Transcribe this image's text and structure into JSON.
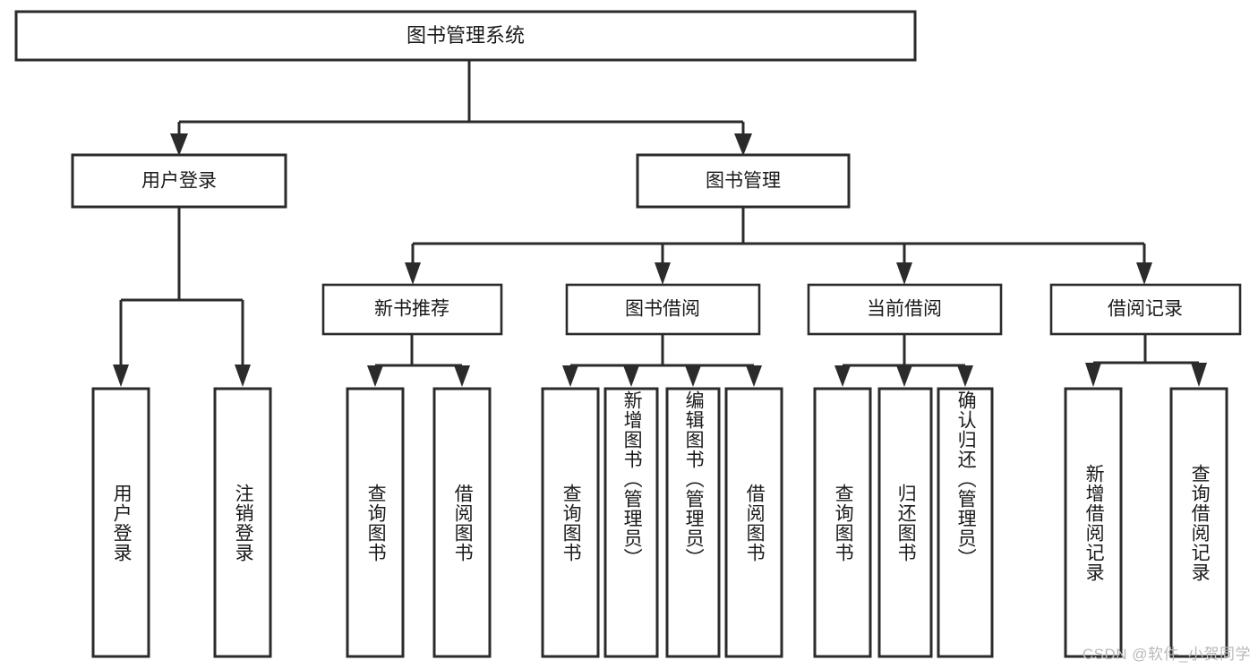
{
  "diagram": {
    "type": "tree-hierarchy",
    "title": "图书管理系统",
    "background_color": "#ffffff",
    "line_color": "#2b2b2b",
    "text_color": "#1a1a1a"
  },
  "root": {
    "label": "图书管理系统"
  },
  "level2": [
    {
      "label": "用户登录"
    },
    {
      "label": "图书管理"
    }
  ],
  "level3": [
    {
      "label": "新书推荐"
    },
    {
      "label": "图书借阅"
    },
    {
      "label": "当前借阅"
    },
    {
      "label": "借阅记录"
    }
  ],
  "leaves": {
    "user_login": [
      {
        "label": "用户登录"
      },
      {
        "label": "注销登录"
      }
    ],
    "new_book_recommend": [
      {
        "label": "查询图书"
      },
      {
        "label": "借阅图书"
      }
    ],
    "book_borrow": [
      {
        "label": "查询图书"
      },
      {
        "label": "新增图书（管理员）"
      },
      {
        "label": "编辑图书（管理员）"
      },
      {
        "label": "借阅图书"
      }
    ],
    "current_borrow": [
      {
        "label": "查询图书"
      },
      {
        "label": "归还图书"
      },
      {
        "label": "确认归还（管理员）"
      }
    ],
    "borrow_record": [
      {
        "label": "新增借阅记录"
      },
      {
        "label": "查询借阅记录"
      }
    ]
  },
  "watermark": {
    "text": "CSDN @软件_小贺同学"
  }
}
